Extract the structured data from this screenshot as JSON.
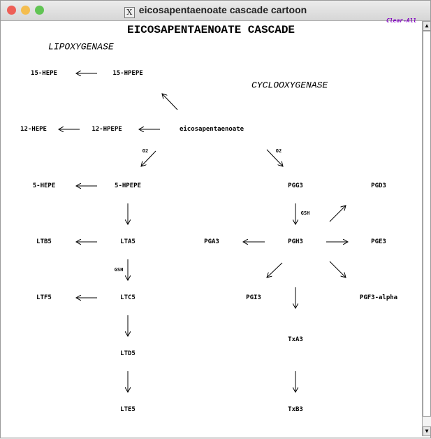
{
  "window": {
    "title": "eicosapentaenoate cascade cartoon",
    "traffic_colors": [
      "#ee5f57",
      "#f4bd4f",
      "#61c454"
    ]
  },
  "clear_all": "Clear-All",
  "heading": "EICOSAPENTAENOATE CASCADE",
  "enzymes": {
    "lipoxygenase": "LIPOXYGENASE",
    "cyclooxygenase": "CYCLOOXYGENASE"
  },
  "nodes": {
    "hepe15": "15-HEPE",
    "hpepe15": "15-HPEPE",
    "hepe12": "12-HEPE",
    "hpepe12": "12-HPEPE",
    "epa": "eicosapentaenoate",
    "hepe5": "5-HEPE",
    "hpepe5": "5-HPEPE",
    "pgg3": "PGG3",
    "pgd3": "PGD3",
    "ltb5": "LTB5",
    "lta5": "LTA5",
    "pga3": "PGA3",
    "pgh3": "PGH3",
    "pge3": "PGE3",
    "ltf5": "LTF5",
    "ltc5": "LTC5",
    "pgi3": "PGI3",
    "pgf3": "PGF3-alpha",
    "ltd5": "LTD5",
    "txa3": "TxA3",
    "lte5": "LTE5",
    "txb3": "TxB3"
  },
  "labels": {
    "o2": "O",
    "o2_sub": "2",
    "gsh": "GSH"
  }
}
